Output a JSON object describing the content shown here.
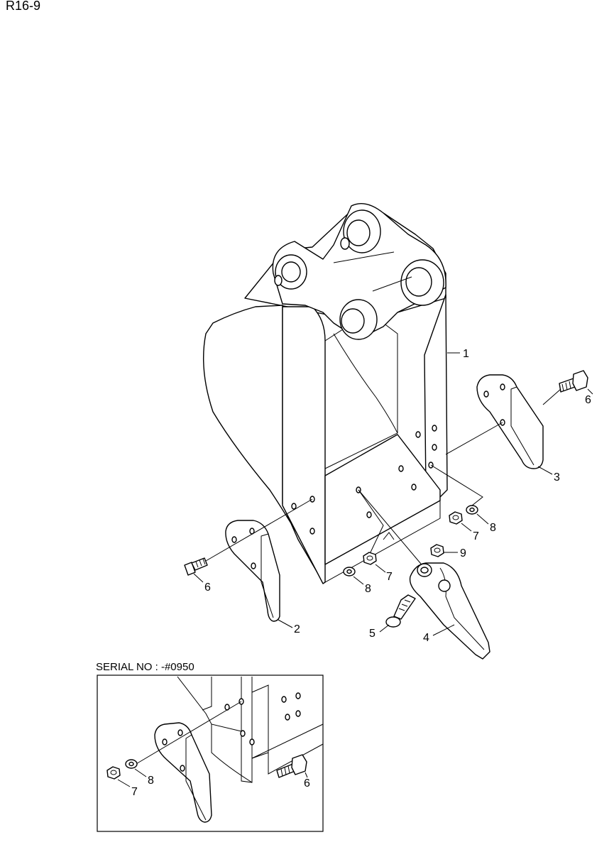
{
  "page_code": "R16-9",
  "inset": {
    "caption": "SERIAL NO : -#0950"
  },
  "callouts": {
    "bucket": "1",
    "side_cutter_left": "2",
    "side_cutter_right": "3",
    "tooth": "4",
    "pin": "5",
    "bolt_left": "6",
    "bolt_right": "6",
    "nut_a": "7",
    "nut_b": "7",
    "washer_a": "8",
    "washer_b": "8",
    "washer_c": "9",
    "inset_bolt": "6",
    "inset_washer": "8",
    "inset_nut": "7"
  }
}
